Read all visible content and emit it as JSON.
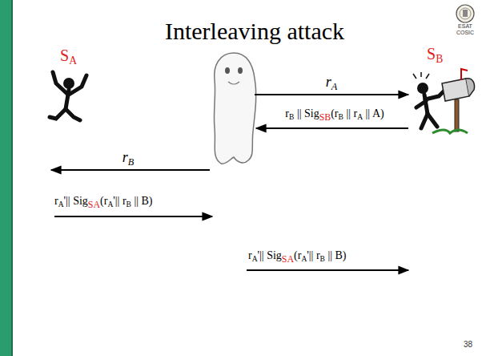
{
  "diagram": {
    "title": "Interleaving attack",
    "labels": [
      "SA",
      "SB",
      "ESAT COSIC",
      "rA",
      "rB || SigSB(rB || rA || A)",
      "rB",
      "rA'|| SigSA(rA'|| rB || B)",
      "rA'|| SigSA(rA'|| rB || B)",
      "38"
    ]
  }
}
